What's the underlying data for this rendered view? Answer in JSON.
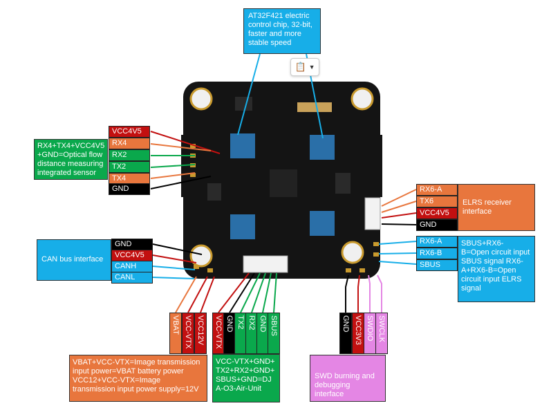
{
  "chip_note": "AT32F421 electric control chip, 32-bit, faster and more stable speed",
  "optical_note": "RX4+TX4+VCC4V5 +GND=Optical flow distance measuring integrated sensor",
  "optical_pins": [
    "VCC4V5",
    "RX4",
    "RX2",
    "TX2",
    "TX4",
    "GND"
  ],
  "elrs_pins": [
    "RX6-A",
    "TX6",
    "VCC4V5",
    "GND"
  ],
  "elrs_note": "ELRS receiver interface",
  "sbus_pins": [
    "RX6-A",
    "RX6-B",
    "SBUS"
  ],
  "sbus_note": "SBUS+RX6-B=Open circuit input SBUS signal RX6-A+RX6-B=Open circuit input ELRS signal",
  "can_pins": [
    "GND",
    "VCC4V5",
    "CANH",
    "CANL"
  ],
  "can_note": "CAN bus interface",
  "power_pins": [
    "VBAT",
    "VCC-VTX",
    "VCC12V"
  ],
  "power_note": "VBAT+VCC-VTX=Image transmission input power=VBAT battery power VCC12+VCC-VTX=Image transmission input power supply=12V",
  "vtx_pins": [
    "VCC-VTX",
    "GND",
    "TX2",
    "RX2",
    "GND",
    "SBUS"
  ],
  "vtx_note": "VCC-VTX+GND+TX2+RX2+GND+SBUS+GND=DJA-O3-Air-Unit",
  "swd_pins": [
    "GND",
    "VCC3V3",
    "SWDIO",
    "SWCLK"
  ],
  "swd_note": "SWD burning and debugging interface",
  "clip_icon": "clipboard-icon",
  "colors": {
    "blue": "#17aee8",
    "green": "#0aa84c",
    "orange": "#e8763d",
    "red": "#c21010",
    "pink": "#e486e4"
  }
}
